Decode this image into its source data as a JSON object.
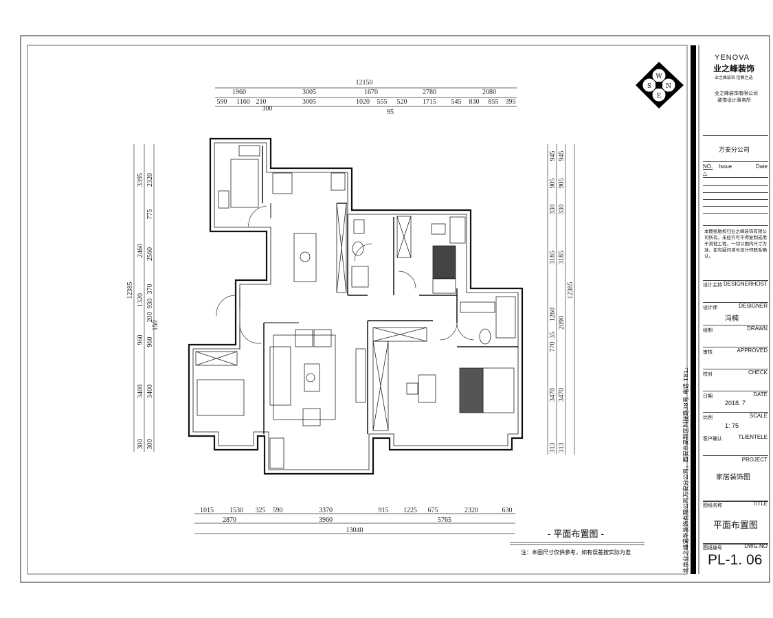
{
  "drawing": {
    "title_caption": "- 平面布置图 -",
    "note": "注：本图尺寸仅供参考，如有误差按实际为准",
    "compass": {
      "north": "N",
      "south": "S",
      "east": "E",
      "west": "W"
    }
  },
  "dims_top": {
    "overall": "12150",
    "row1": [
      "1960",
      "3005",
      "1670",
      "2780",
      "2080"
    ],
    "row2": [
      "590",
      "1160",
      "210",
      "3005",
      "1020",
      "555",
      "520",
      "1715",
      "545",
      "830",
      "855",
      "395"
    ],
    "extra": [
      "300",
      "95"
    ]
  },
  "dims_bottom": {
    "row1": [
      "1015",
      "1530",
      "325",
      "590",
      "3370",
      "915",
      "1225",
      "675",
      "2320",
      "630"
    ],
    "row2": [
      "2870",
      "3960",
      "5765"
    ],
    "overall": "13040"
  },
  "dims_left": {
    "overall": "12385",
    "col1": [
      "3395",
      "2460",
      "1320",
      "960",
      "3400",
      "300"
    ],
    "col2": [
      "2320",
      "775",
      "2560",
      "370",
      "930",
      "200",
      "150",
      "960",
      "3400",
      "300"
    ]
  },
  "dims_right": {
    "overall": "12385",
    "col1": [
      "945",
      "905",
      "330",
      "3185",
      "1260",
      "35",
      "770",
      "3470",
      "313"
    ],
    "col2": [
      "945",
      "905",
      "330",
      "3185",
      "2090",
      "3470",
      "313"
    ]
  },
  "sidebar_text": "北京业之峰诺华装饰有限公司万安分公司，西安市高新区科技路38号  电话  TEL:",
  "title_block": {
    "brand": "YENOVA",
    "brand_cn": "业之峰装饰",
    "slogan": "业之峰装饰  信赖之选",
    "company_line1": "业之峰装饰有限公司",
    "company_line2": "装饰设计事务所",
    "branch": "万安分公司",
    "issue_header": {
      "no": "NO.",
      "issue": "Issue",
      "date": "Date"
    },
    "issue_mark": "△",
    "copyright": "本图纸版权归业之峰装饰有限公司所有，未经许可不得复制或用于其他工程，一切以图内尺寸为准，如有疑问请与设计师联系确认。",
    "design_head_cn": "设计主持",
    "design_head_en": "DESIGNERHOST",
    "designer_cn": "设计师",
    "designer_en": "DESIGNER",
    "designer_name": "冯楠",
    "drawn_cn": "绘制",
    "drawn_en": "DRAWN",
    "approved_cn": "审核",
    "approved_en": "APPROVED",
    "check_cn": "校对",
    "check_en": "CHECK",
    "date_cn": "日期",
    "date_en": "DATE",
    "date_value": "2018. 7",
    "scale_cn": "比例",
    "scale_en": "SCALE",
    "scale_value": "1: 75",
    "client_cn": "客户确认",
    "client_en": "TLIENTELE",
    "project_en": "PROJECT",
    "project_value": "家居装饰图",
    "title_cn": "图纸名称",
    "title_en": "TITLE",
    "title_value": "平面布置图",
    "dwg_cn": "图纸编号",
    "dwg_en": "DWG.NO",
    "dwg_value": "PL-1. 06"
  }
}
